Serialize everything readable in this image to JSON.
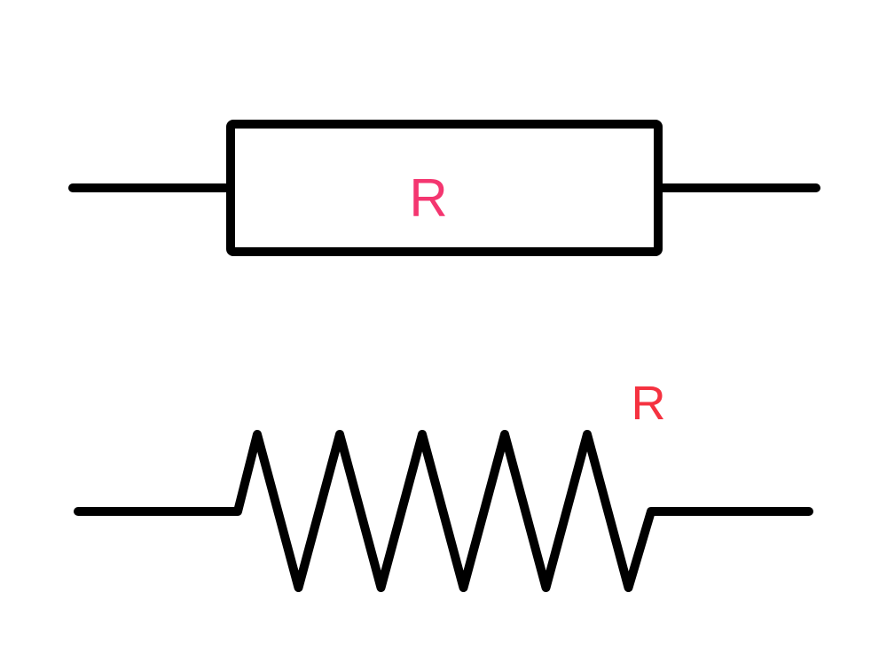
{
  "diagram": {
    "stroke_color": "#000000",
    "iec_resistor": {
      "label": "R",
      "label_color": "#F43670"
    },
    "ansi_resistor": {
      "label": "R",
      "label_color": "#F53240",
      "zigzag_peaks": 5
    }
  }
}
